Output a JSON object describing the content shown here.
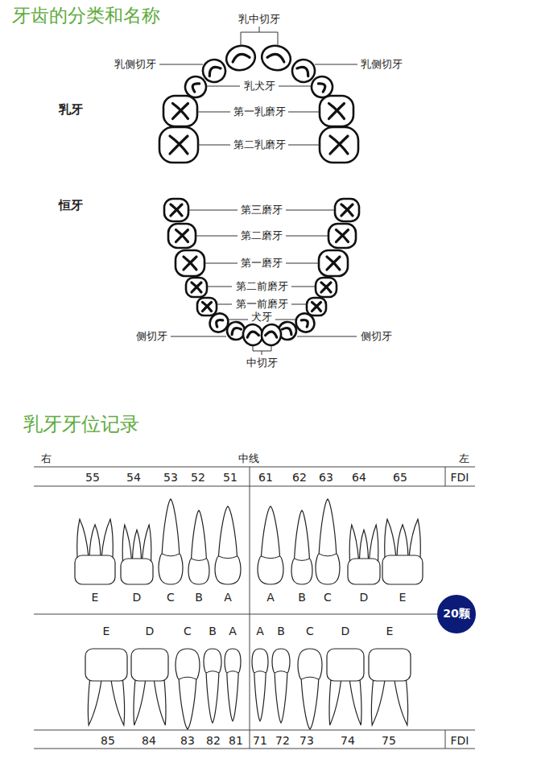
{
  "diagram": {
    "title": "牙齿的分类和名称",
    "nodes": [
      {
        "text": [
          "20颗"
        ]
      }
    ],
    "labels": [
      "乳中切牙",
      "乳侧切牙",
      "乳侧切牙",
      "乳犬牙",
      "第一乳磨牙",
      "第二乳磨牙",
      "乳牙",
      "恒牙",
      "第三磨牙",
      "第二磨牙",
      "第一磨牙",
      "第二前磨牙",
      "第一前磨牙",
      "犬牙",
      "侧切牙",
      "侧切牙",
      "中切牙",
      "乳牙牙位记录",
      "右",
      "中线",
      "左",
      "55",
      "54",
      "53",
      "52",
      "51",
      "61",
      "62",
      "63",
      "64",
      "65",
      "FDI",
      "E",
      "D",
      "C",
      "B",
      "A",
      "A",
      "B",
      "C",
      "D",
      "E",
      "E",
      "D",
      "C",
      "B",
      "A",
      "A",
      "B",
      "C",
      "D",
      "E",
      "85",
      "84",
      "83",
      "82",
      "81",
      "71",
      "72",
      "73",
      "74",
      "75",
      "FDI"
    ]
  }
}
